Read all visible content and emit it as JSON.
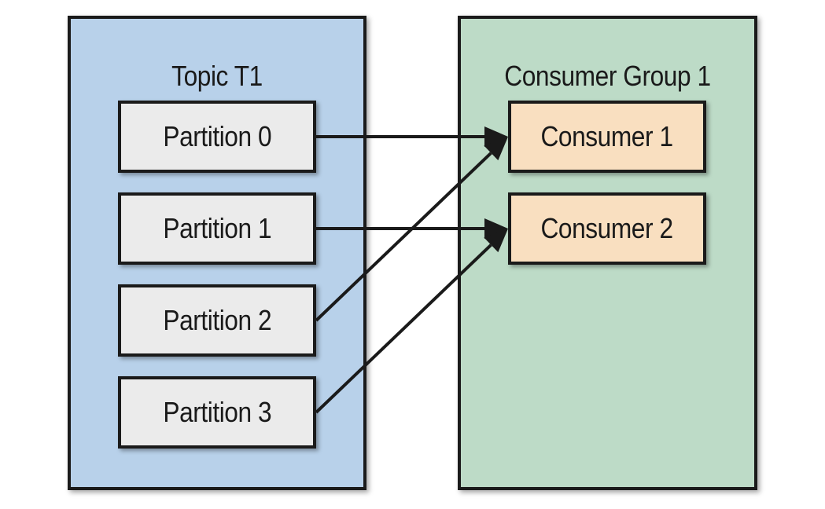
{
  "topic": {
    "title": "Topic T1",
    "partitions": [
      "Partition 0",
      "Partition 1",
      "Partition 2",
      "Partition 3"
    ]
  },
  "group": {
    "title": "Consumer Group 1",
    "consumers": [
      "Consumer 1",
      "Consumer 2"
    ]
  },
  "assignments": [
    {
      "from": "Partition 0",
      "to": "Consumer 1"
    },
    {
      "from": "Partition 1",
      "to": "Consumer 2"
    },
    {
      "from": "Partition 2",
      "to": "Consumer 1"
    },
    {
      "from": "Partition 3",
      "to": "Consumer 2"
    }
  ],
  "colors": {
    "topic_bg": "#b8d1ea",
    "group_bg": "#bddbc7",
    "partition_bg": "#ebebeb",
    "consumer_bg": "#f9dfc0",
    "stroke": "#1a1a1a"
  }
}
